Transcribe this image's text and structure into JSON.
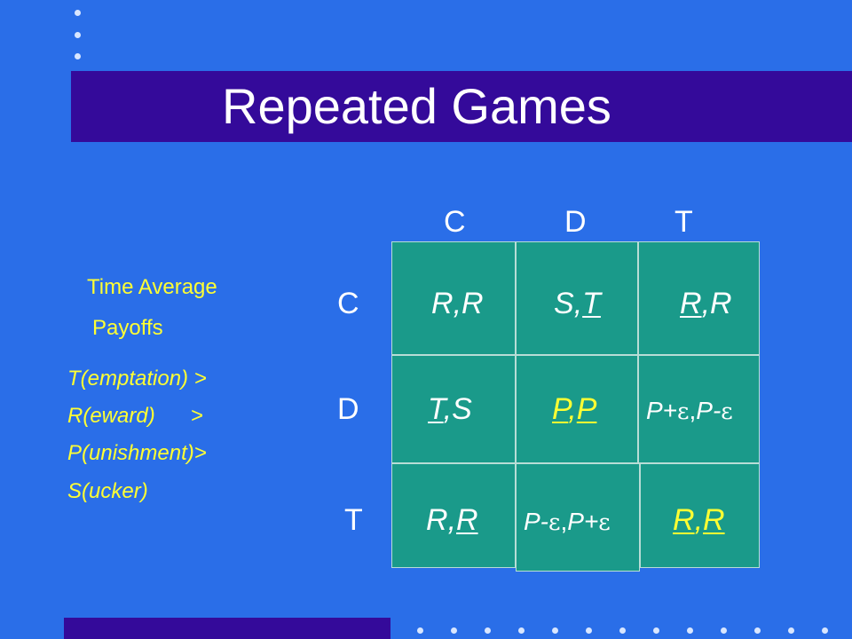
{
  "slide": {
    "title": "Repeated Games",
    "side_heading": [
      "Time Average",
      "Payoffs"
    ],
    "ordering": [
      "T(emptation) >",
      "R(eward)      >",
      "P(unishment)>",
      "S(ucker)"
    ]
  },
  "matrix": {
    "columns": [
      "C",
      "D",
      "T"
    ],
    "rows": [
      "C",
      "D",
      "T"
    ],
    "cells": [
      [
        {
          "a": "R",
          "b": "R"
        },
        {
          "a": "S",
          "b": "T"
        },
        {
          "a": "R",
          "b": "R"
        }
      ],
      [
        {
          "a": "T",
          "b": "S"
        },
        {
          "a": "P",
          "b": "P"
        },
        {
          "a": "P+",
          "b": "P-"
        }
      ],
      [
        {
          "a": "R",
          "b": "R"
        },
        {
          "a": "P-",
          "b": "P+"
        },
        {
          "a": "R",
          "b": "R"
        }
      ]
    ],
    "sep": ",",
    "epsilon": "ε"
  },
  "colors": {
    "background": "#2a6ee8",
    "title_band": "#340a9a",
    "cell": "#1a9a8a",
    "highlight": "#ffff33"
  }
}
